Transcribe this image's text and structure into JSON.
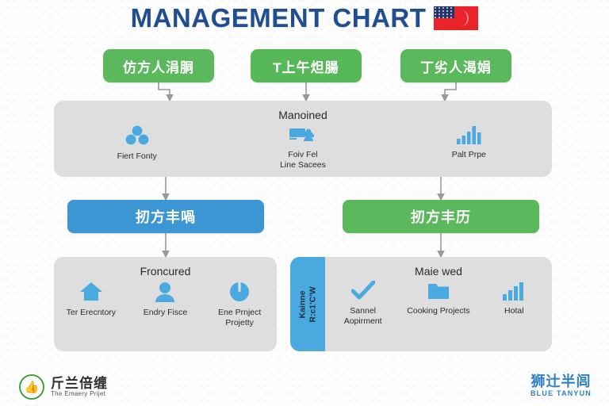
{
  "header": {
    "title": "MANAGEMENT CHART",
    "flag_icon": "flag-icon",
    "title_color": "#1f4f91",
    "flag_red": "#e8232a",
    "flag_blue": "#21356b"
  },
  "top_pills": [
    {
      "label": "仿方人涓胴",
      "color": "#5cb85c"
    },
    {
      "label": "T上午炟腸",
      "color": "#57b85a"
    },
    {
      "label": "丁劣人渴娟",
      "color": "#5cb85c"
    }
  ],
  "top_panel": {
    "title": "Manoined",
    "items": [
      {
        "label": "Fiert Fonty",
        "icon": "group-icon"
      },
      {
        "label": "Foiv Fel\nLine Sacees",
        "icon": "truck-icon"
      },
      {
        "label": "Palt Prpe",
        "icon": "bar-chart-icon"
      }
    ]
  },
  "mid_bars": {
    "left": {
      "label": "扨方丰喎",
      "color": "#3d96d4"
    },
    "right": {
      "label": "扨方丰历",
      "color": "#5cb85c"
    }
  },
  "bottom_left_panel": {
    "title": "Froncured",
    "items": [
      {
        "label": "Ter Erecntory",
        "icon": "home-icon"
      },
      {
        "label": "Endry Fisce",
        "icon": "person-icon"
      },
      {
        "label": "Ene Prnject\nProjetty",
        "icon": "power-icon"
      }
    ]
  },
  "bottom_right_panel": {
    "side_tab": {
      "label": "Kainne\nR:c1'C'W",
      "color": "#4aaae0"
    },
    "title": "Maie wed",
    "items": [
      {
        "label": "Sannel\nAopirment",
        "icon": "check-icon"
      },
      {
        "label": "Cooking Projects",
        "icon": "folder-icon"
      },
      {
        "label": "Hotal",
        "icon": "bar-chart-icon"
      }
    ]
  },
  "footer": {
    "left": {
      "logo_icon": "thumbs-up-icon",
      "cn": "斤兰倍缠",
      "en": "The Emaery Prijet"
    },
    "right": {
      "cn": "狮辻半闾",
      "en": "BLUE TANYUN"
    }
  },
  "palette": {
    "panel_gray": "#dedede",
    "connector_gray": "#9a9a9a",
    "icon_blue": "#4aaae0",
    "background": "#fdfdfd"
  }
}
